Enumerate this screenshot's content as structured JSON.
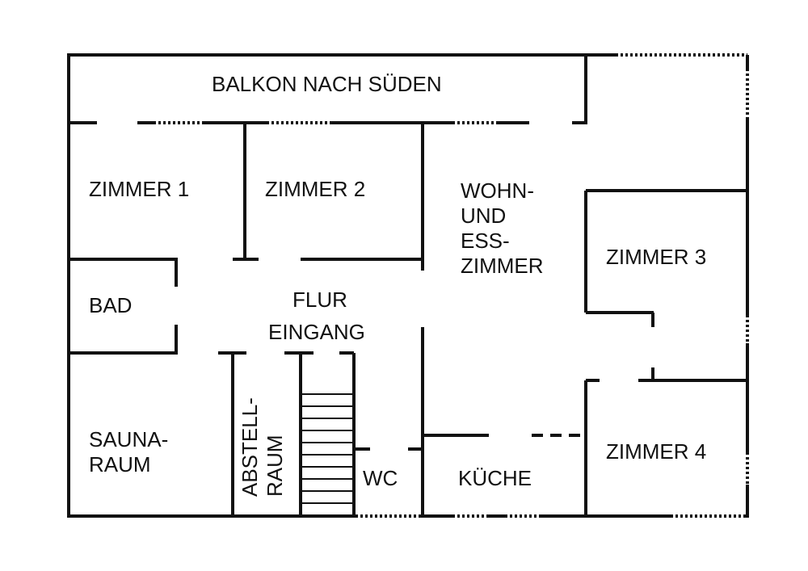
{
  "rooms": {
    "balkon": "BALKON NACH SÜDEN",
    "zimmer1": "ZIMMER 1",
    "zimmer2": "ZIMMER 2",
    "wohn_line1": "WOHN-",
    "wohn_line2": "UND",
    "wohn_line3": "ESS-",
    "wohn_line4": "ZIMMER",
    "zimmer3": "ZIMMER 3",
    "bad": "BAD",
    "flur": "FLUR",
    "eingang": "EINGANG",
    "sauna_line1": "SAUNA-",
    "sauna_line2": "RAUM",
    "abstell_line1": "ABSTELL-",
    "abstell_line2": "RAUM",
    "wc": "WC",
    "kueche": "KÜCHE",
    "zimmer4": "ZIMMER 4"
  }
}
